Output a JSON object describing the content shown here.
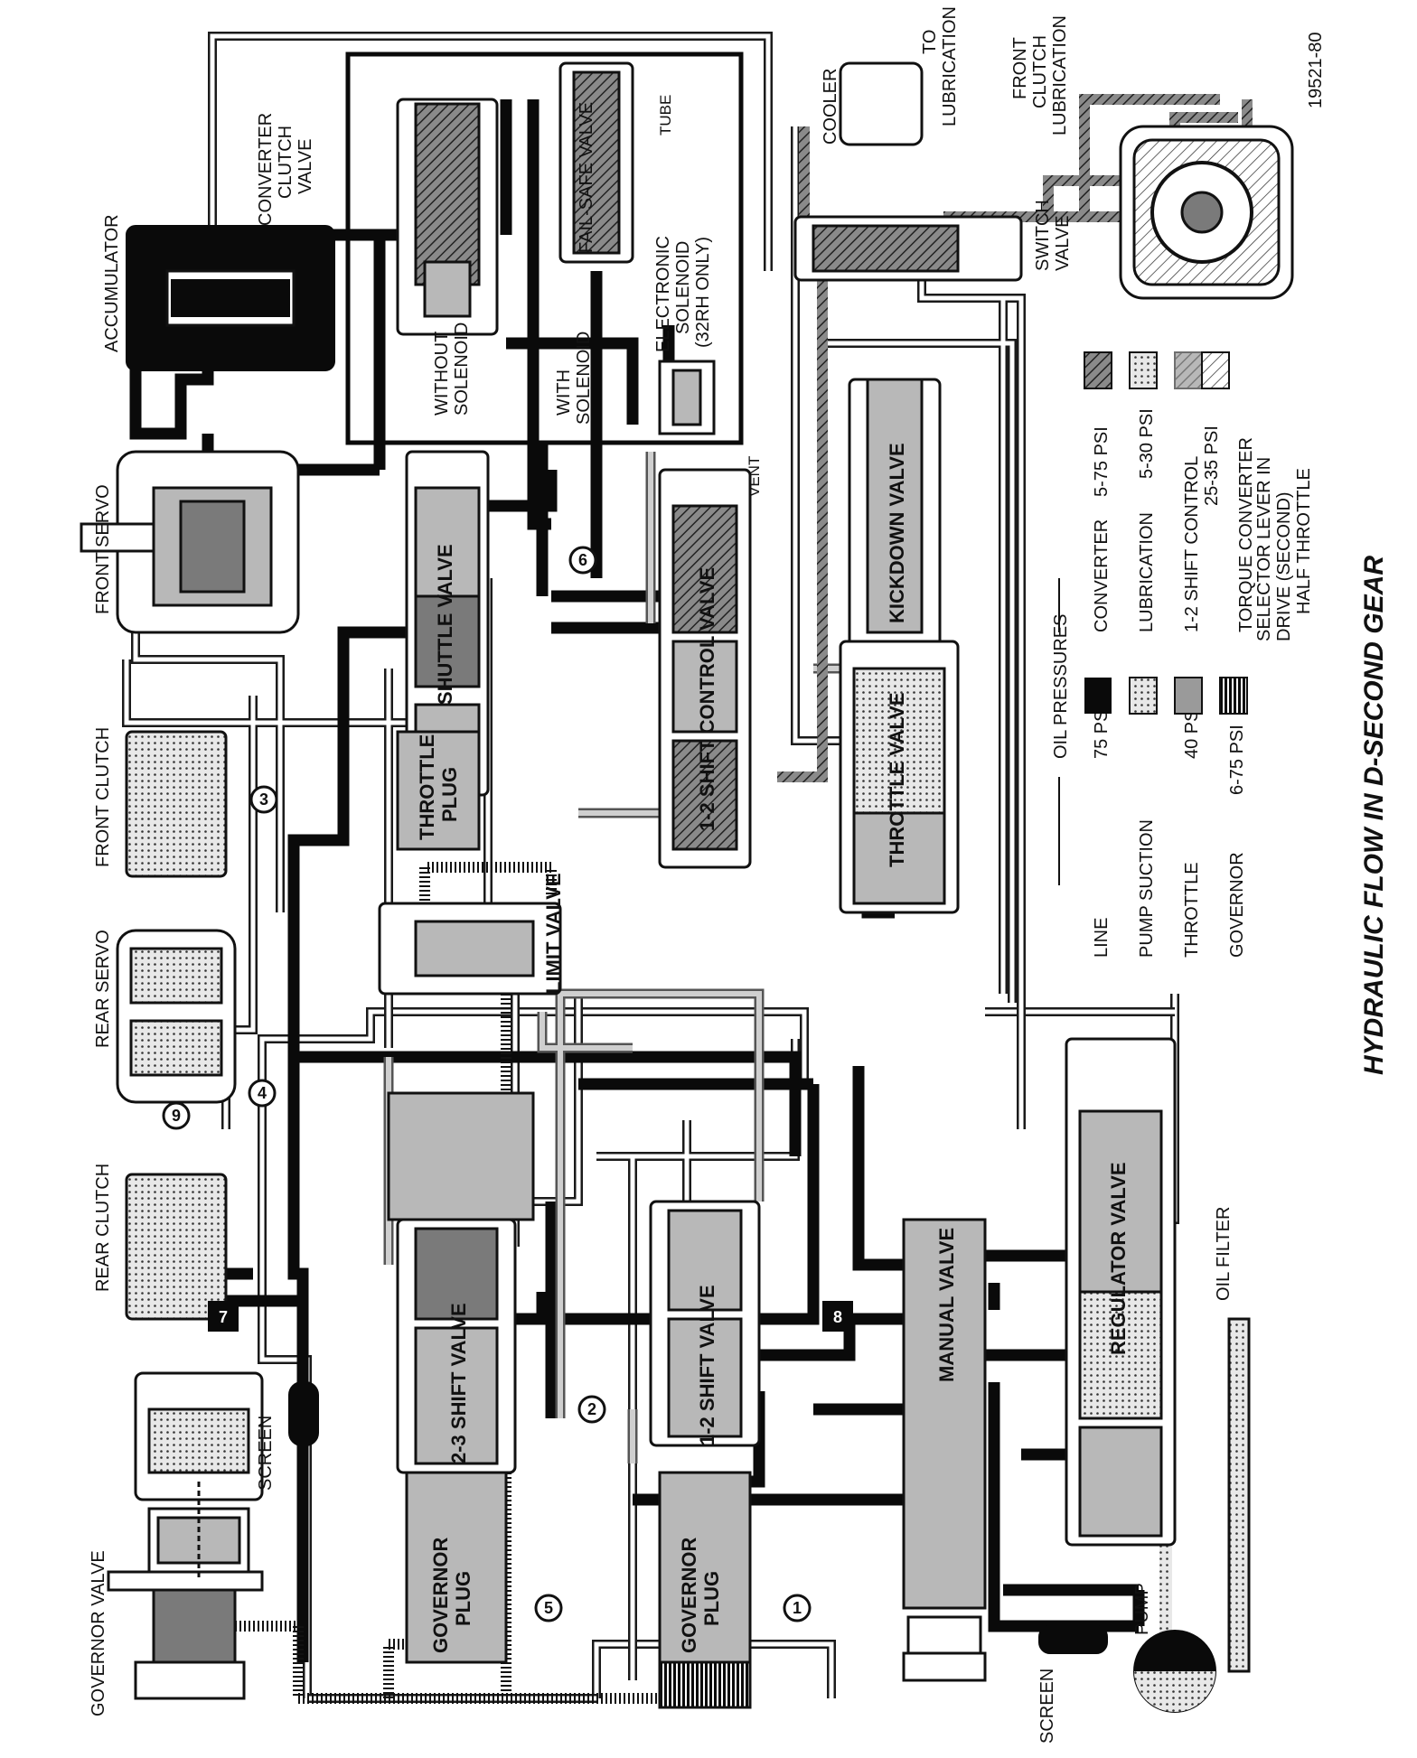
{
  "diagram_id": "19521-80",
  "title": "HYDRAULIC FLOW IN D-SECOND GEAR",
  "labels": {
    "governor_valve": "GOVERNOR VALVE",
    "screen_left": "SCREEN",
    "rear_clutch": "REAR CLUTCH",
    "rear_servo": "REAR SERVO",
    "front_clutch": "FRONT CLUTCH",
    "front_servo": "FRONT SERVO",
    "accumulator": "ACCUMULATOR",
    "converter_clutch_valve": [
      "CONVERTER",
      "CLUTCH",
      "VALVE"
    ],
    "without_solenoid": [
      "WITHOUT",
      "SOLENOID"
    ],
    "with_solenoid": [
      "WITH",
      "SOLENOID"
    ],
    "fail_safe_valve": "FAIL-SAFE VALVE",
    "tube": "TUBE",
    "electronic_solenoid": [
      "ELECTRONIC",
      "SOLENOID",
      "(32RH ONLY)"
    ],
    "vent": "VENT",
    "cooler": "COOLER",
    "to_lubrication": [
      "TO",
      "LUBRICATION"
    ],
    "front_clutch_lubrication": [
      "FRONT",
      "CLUTCH",
      "LUBRICATION"
    ],
    "switch_valve": [
      "SWITCH",
      "VALVE"
    ],
    "torque_converter": "TORQUE CONVERTER",
    "shuttle_valve": "SHUTTLE VALVE",
    "throttle_plug": [
      "THROTTLE",
      "PLUG"
    ],
    "shift_control_valve": "1-2 SHIFT CONTROL VALVE",
    "kickdown_valve": "KICKDOWN VALVE",
    "throttle_valve": "THROTTLE VALVE",
    "limit_valve": "LIMIT VALVE",
    "shift_valve_23": "2-3 SHIFT VALVE",
    "governor_plug_left": [
      "GOVERNOR",
      "PLUG"
    ],
    "shift_valve_12": "1-2 SHIFT VALVE",
    "governor_plug_right": [
      "GOVERNOR",
      "PLUG"
    ],
    "manual_valve": "MANUAL VALVE",
    "regulator_valve": "REGULATOR VALVE",
    "screen_right": "SCREEN",
    "pump": "PUMP",
    "oil_filter": "OIL FILTER"
  },
  "circuit_numbers": [
    "1",
    "2",
    "3",
    "4",
    "5",
    "6",
    "7",
    "8",
    "9"
  ],
  "legend": {
    "header": "OIL PRESSURES",
    "left": [
      {
        "name": "LINE",
        "value": "75 PSI",
        "swatch": "solid-black"
      },
      {
        "name": "PUMP SUCTION",
        "value": "",
        "swatch": "dots"
      },
      {
        "name": "THROTTLE",
        "value": "40 PSI",
        "swatch": "gray"
      },
      {
        "name": "GOVERNOR",
        "value": "6-75 PSI",
        "swatch": "black-stripes"
      }
    ],
    "right": [
      {
        "name": "CONVERTER",
        "value": "5-75 PSI",
        "swatch": "dark-hatch"
      },
      {
        "name": "LUBRICATION",
        "value": "5-30 PSI",
        "swatch": "fine-dots"
      },
      {
        "name": "1-2 SHIFT CONTROL",
        "value": "25-35 PSI",
        "swatch": "gray-hatch"
      },
      {
        "name": "TORQUE CONVERTER",
        "value": "",
        "swatch": "light-hatch"
      }
    ],
    "selector_note": [
      "SELECTOR LEVER IN",
      "DRIVE (SECOND)",
      "HALF THROTTLE"
    ]
  },
  "colors": {
    "ink": "#0a0a0a",
    "paper": "#ffffff",
    "gray": "#b8b8b8"
  }
}
